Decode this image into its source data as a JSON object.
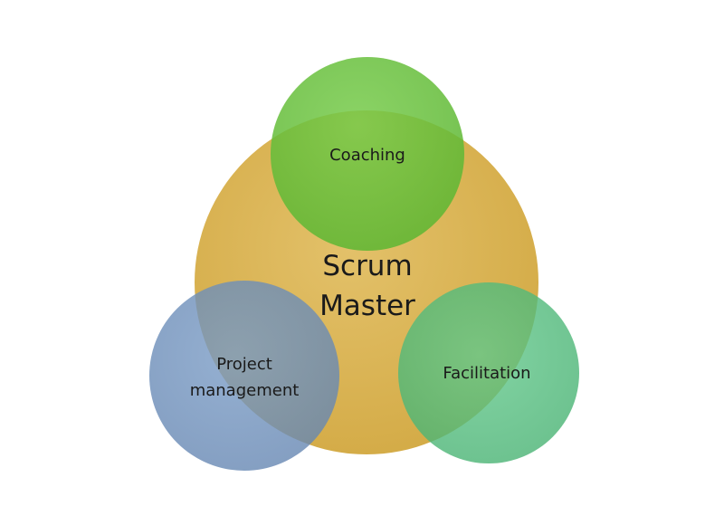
{
  "diagram": {
    "center": {
      "line1": "Scrum",
      "line2": "Master",
      "color": "#DBB654"
    },
    "circles": [
      {
        "key": "coaching",
        "line1": "Coaching",
        "line2": "",
        "color": "#66C23A"
      },
      {
        "key": "project",
        "line1": "Project",
        "line2": "management",
        "color": "#6E91BC"
      },
      {
        "key": "facilitation",
        "line1": "Facilitation",
        "line2": "",
        "color": "#52BF7E"
      }
    ]
  }
}
